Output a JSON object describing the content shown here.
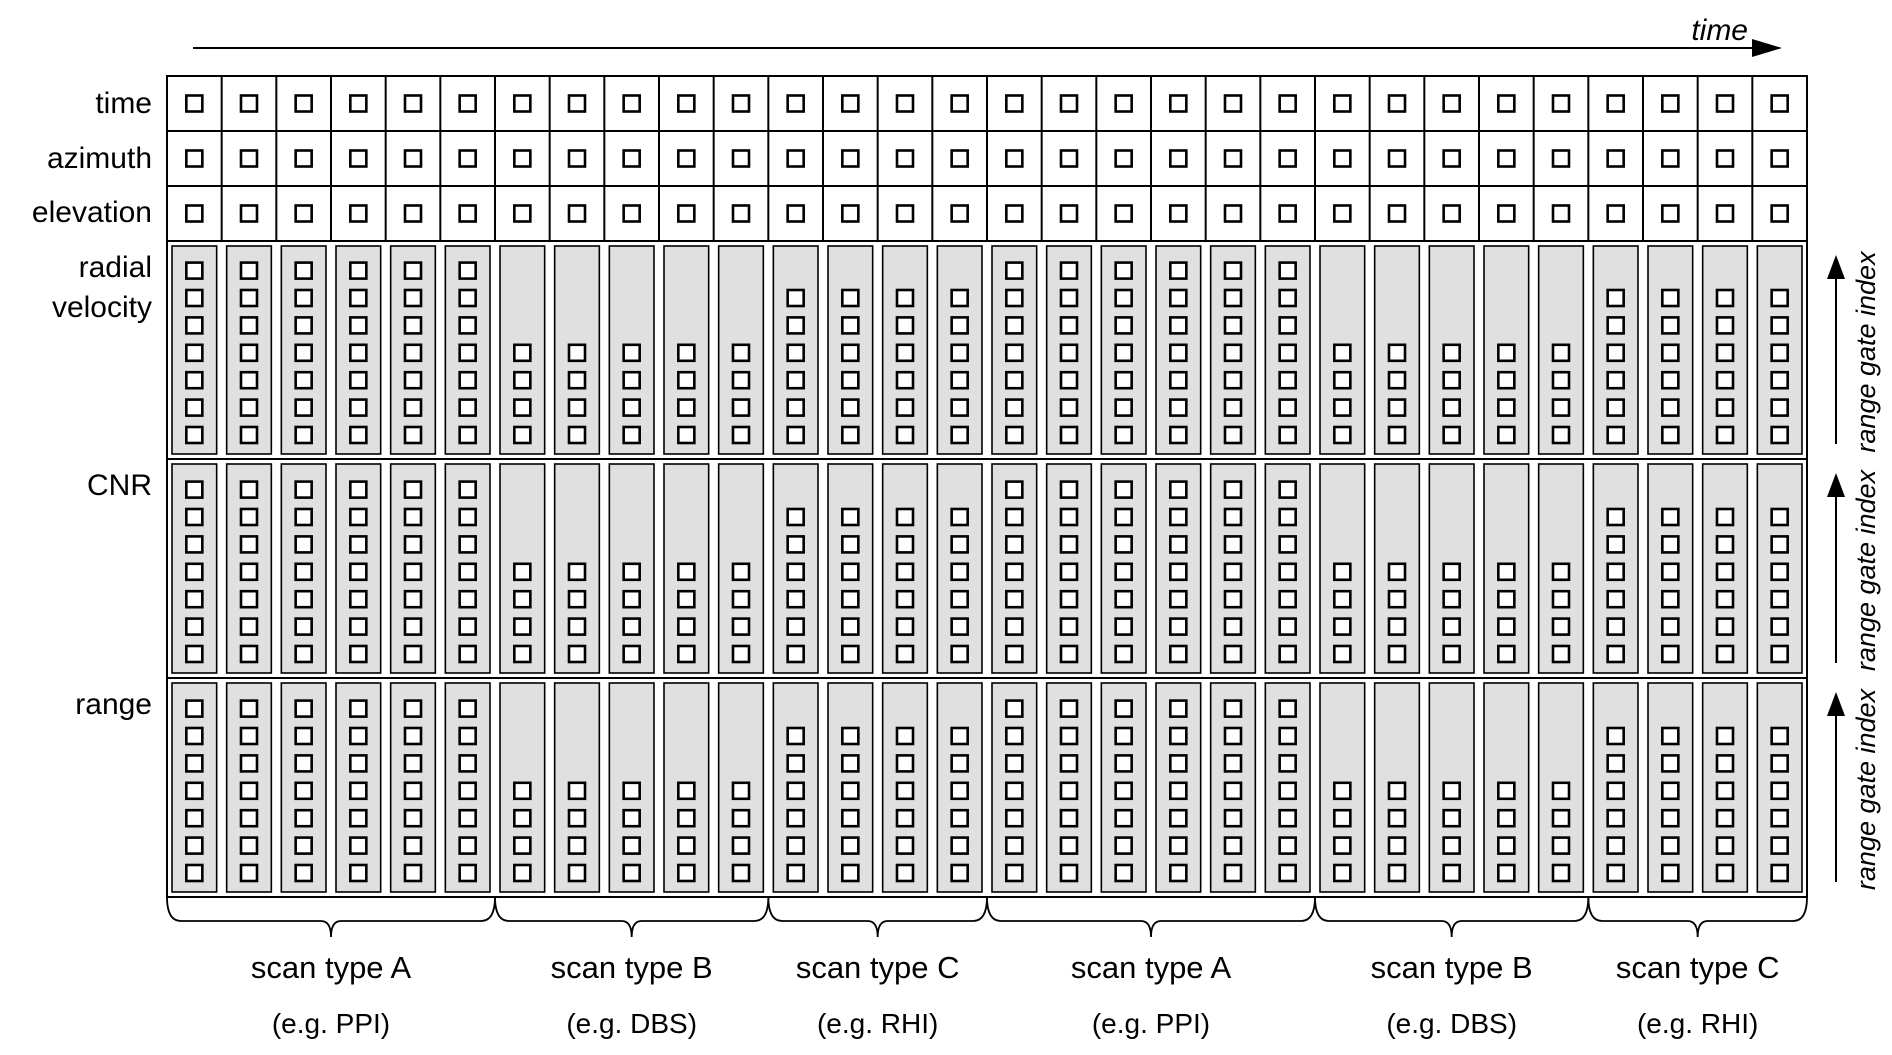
{
  "time_axis_label": "time",
  "range_axis_label": "range gate index",
  "row_labels": {
    "time": "time",
    "azimuth": "azimuth",
    "elevation": "elevation",
    "radial_velocity_line1": "radial",
    "radial_velocity_line2": "velocity",
    "cnr": "CNR",
    "range": "range"
  },
  "colors": {
    "ink": "#000000",
    "gate_fill": "#e0e0e0",
    "cell_fill": "#ffffff"
  },
  "scan_groups": [
    {
      "label": "scan type A",
      "example": "(e.g. PPI)",
      "beams": 6,
      "gates": 7
    },
    {
      "label": "scan type B",
      "example": "(e.g. DBS)",
      "beams": 5,
      "gates": 4
    },
    {
      "label": "scan type C",
      "example": "(e.g. RHI)",
      "beams": 4,
      "gates": 6
    },
    {
      "label": "scan type A",
      "example": "(e.g. PPI)",
      "beams": 6,
      "gates": 7
    },
    {
      "label": "scan type B",
      "example": "(e.g. DBS)",
      "beams": 5,
      "gates": 4
    },
    {
      "label": "scan type C",
      "example": "(e.g. RHI)",
      "beams": 4,
      "gates": 6
    }
  ]
}
